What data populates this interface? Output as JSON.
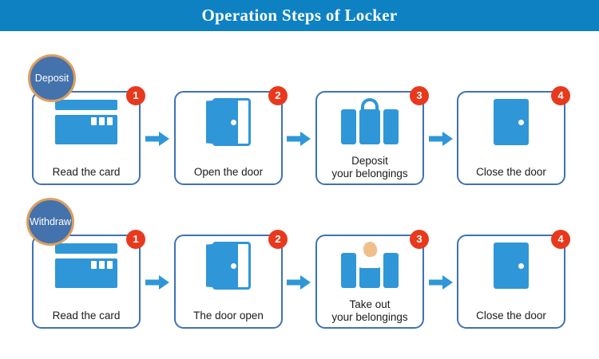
{
  "header": {
    "title": "Operation Steps of Locker",
    "bg_color": "#0d81c2",
    "text_color": "#ffffff"
  },
  "palette": {
    "box_border": "#3f72b4",
    "icon_blue": "#2f96d8",
    "badge_red": "#e8391d",
    "circle_fill": "#4472ad",
    "circle_border": "#dd9e5e",
    "arrow_blue": "#2f96d8",
    "skin": "#f0c08a"
  },
  "rows": [
    {
      "mode_label": "Deposit",
      "steps": [
        {
          "number": "1",
          "label": "Read the card",
          "icon": "credit-card-icon"
        },
        {
          "number": "2",
          "label": "Open the door",
          "icon": "open-door-icon"
        },
        {
          "number": "3",
          "label_line1": "Deposit",
          "label_line2": "your belongings",
          "icon": "luggage-icon"
        },
        {
          "number": "4",
          "label": "Close the door",
          "icon": "closed-door-icon"
        }
      ]
    },
    {
      "mode_label": "Withdraw",
      "steps": [
        {
          "number": "1",
          "label": "Read the card",
          "icon": "credit-card-icon"
        },
        {
          "number": "2",
          "label": "The door open",
          "icon": "open-door-icon"
        },
        {
          "number": "3",
          "label_line1": "Take out",
          "label_line2": "your belongings",
          "icon": "luggage-person-icon"
        },
        {
          "number": "4",
          "label": "Close the door",
          "icon": "closed-door-icon"
        }
      ]
    }
  ],
  "arrows": {
    "glyph": "arrow-right-icon",
    "count_per_row": 3
  }
}
